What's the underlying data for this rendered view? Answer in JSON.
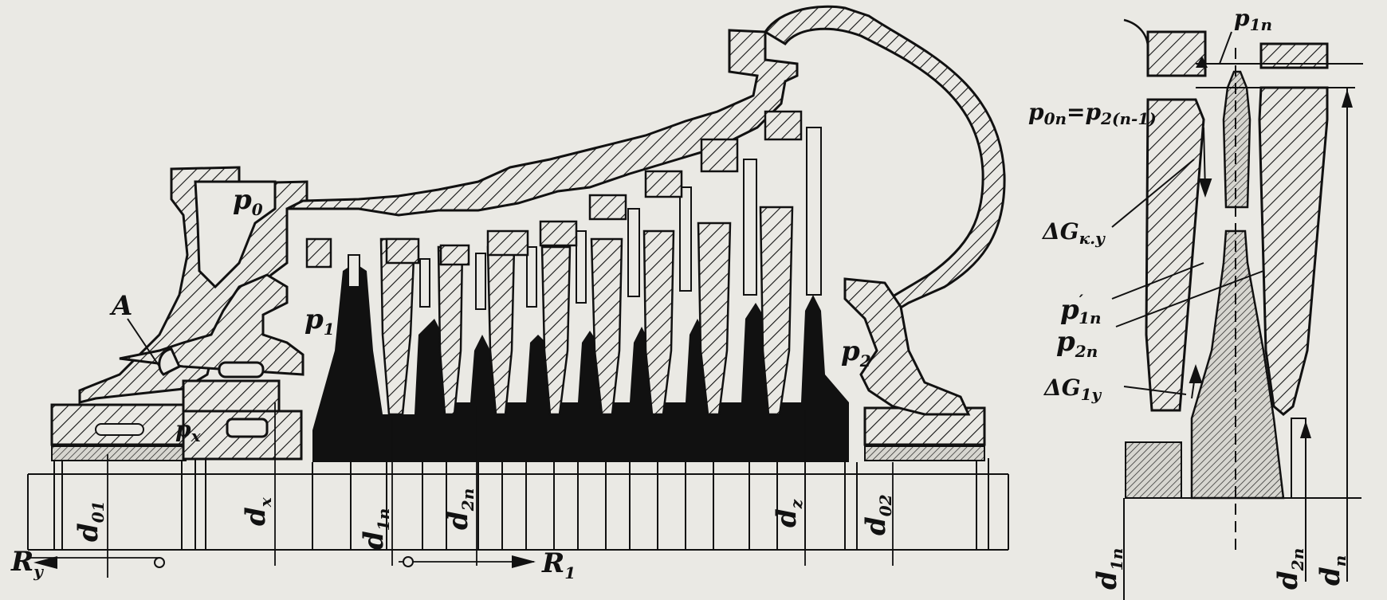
{
  "main_view": {
    "labels": {
      "p0": "p",
      "p0_sub": "0",
      "p1": "p",
      "p1_sub": "1",
      "p2": "p",
      "p2_sub": "2",
      "px": "p",
      "px_sub": "x",
      "A": "A",
      "d01": "d",
      "d01_sub": "01",
      "dx": "d",
      "dx_sub": "x",
      "d1n": "d",
      "d1n_sub": "1n",
      "d2n": "d",
      "d2n_sub": "2n",
      "dz": "d",
      "dz_sub": "z",
      "d02": "d",
      "d02_sub": "02",
      "Ry": "R",
      "Ry_sub": "y",
      "R1": "R",
      "R1_sub": "1"
    }
  },
  "detail_view": {
    "labels": {
      "p1n_top": "p",
      "p1n_top_sub": "1n",
      "p0n": "p",
      "p0n_sub": "0n",
      "eq": "=",
      "p2n1": "p",
      "p2n1_sub": "2(n-1)",
      "dGky": "ΔG",
      "dGky_sub": "к.у",
      "p1n_prime": "p",
      "p1n_prime_sup": "′",
      "p1n_prime_sub": "1n",
      "p2n": "p",
      "p2n_sub": "2n",
      "dG1y": "ΔG",
      "dG1y_sub": "1y",
      "d1n": "d",
      "d1n_sub": "1n",
      "d2n": "d",
      "d2n_sub": "2n",
      "dn": "d",
      "dn_sub": "n"
    }
  },
  "colors": {
    "paper": "#eae9e4",
    "ink": "#111111"
  }
}
